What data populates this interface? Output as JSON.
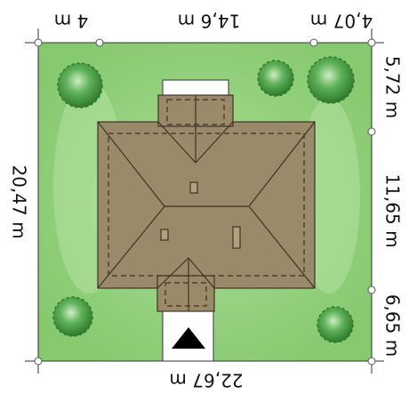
{
  "dimensions": {
    "top_left": "4 m",
    "top_center": "14,6 m",
    "top_right": "4,07 m",
    "bottom": "22,67 m",
    "left": "20,47 m",
    "right_top": "5,72 m",
    "right_middle": "11,65 m",
    "right_bottom": "6,65 m"
  },
  "colors": {
    "lot_green": "#8fcf78",
    "roof": "#9a8a6a",
    "roof_line": "#3e3424",
    "tree": "#3f8f3a"
  },
  "icons": {
    "entrance": "entrance-arrow-icon",
    "tree": "tree-icon"
  }
}
